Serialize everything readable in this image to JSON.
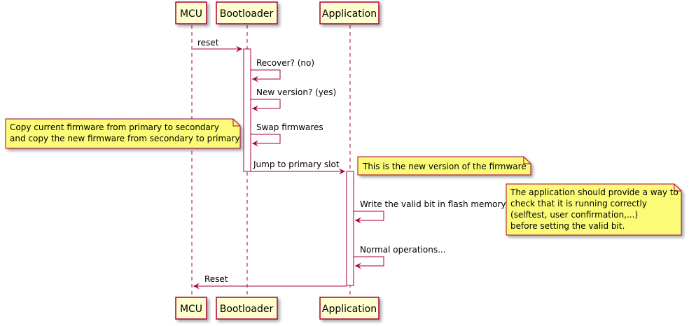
{
  "colors": {
    "participant_fill": "#FEFECE",
    "stroke": "#A80036",
    "note_fill": "#FBFB77",
    "note_stroke": "#A80036",
    "background": "#FFFFFF"
  },
  "participants": [
    {
      "id": "mcu",
      "label": "MCU"
    },
    {
      "id": "bootloader",
      "label": "Bootloader"
    },
    {
      "id": "application",
      "label": "Application"
    }
  ],
  "messages": [
    {
      "from": "mcu",
      "to": "bootloader",
      "label": "reset"
    },
    {
      "from": "bootloader",
      "to": "bootloader",
      "label": "Recover? (no)"
    },
    {
      "from": "bootloader",
      "to": "bootloader",
      "label": "New version? (yes)"
    },
    {
      "from": "bootloader",
      "to": "bootloader",
      "label": "Swap firmwares"
    },
    {
      "from": "bootloader",
      "to": "application",
      "label": "Jump to primary slot"
    },
    {
      "from": "application",
      "to": "application",
      "label": "Write the valid bit in flash memory"
    },
    {
      "from": "application",
      "to": "application",
      "label": "Normal operations..."
    },
    {
      "from": "application",
      "to": "mcu",
      "label": "Reset"
    }
  ],
  "notes": [
    {
      "id": "swap",
      "lines": [
        "Copy current firmware from primary to secondary",
        "and copy the new firmware from secondary to primary"
      ]
    },
    {
      "id": "new-version",
      "lines": [
        "This is the new version of the firmware"
      ]
    },
    {
      "id": "valid-bit",
      "lines": [
        "The application should provide a way to",
        "check that it is running correctly",
        "(selftest, user confirmation,...)",
        "before setting the valid bit."
      ]
    }
  ]
}
